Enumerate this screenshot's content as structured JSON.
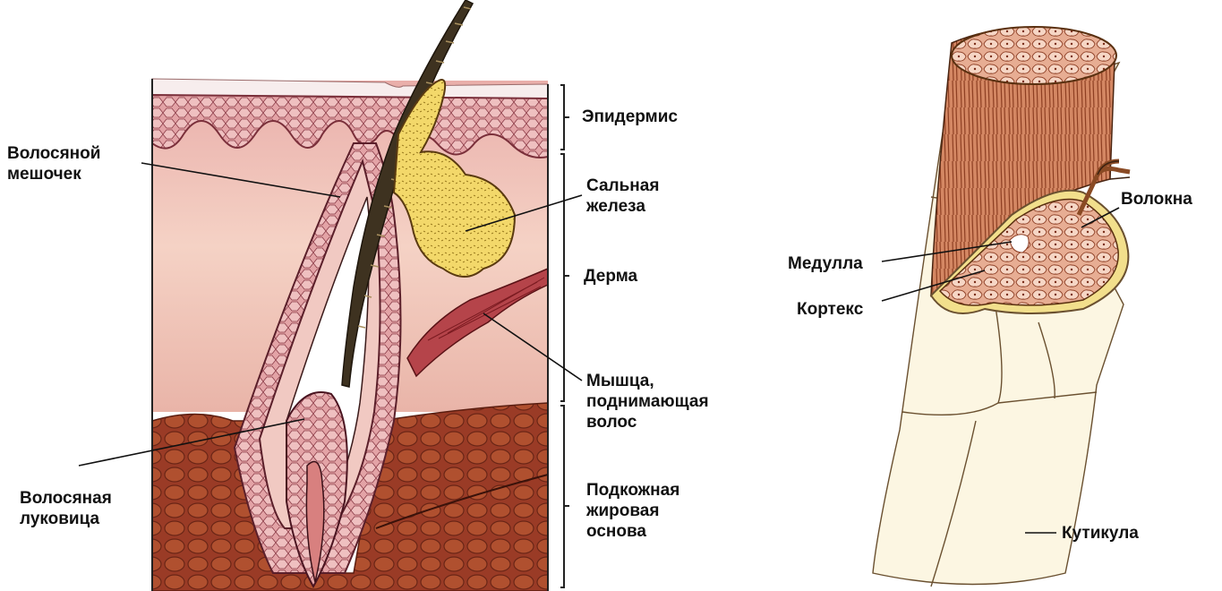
{
  "colors": {
    "skin_dark_pink": "#d98a8e",
    "dermis": "#efc2b6",
    "fat_brown": "#a1402a",
    "hair_dark": "#3e3220",
    "gland_yellow": "#f3d86a",
    "muscle_red": "#b5444a",
    "shaft_cream": "#fdf8e6",
    "cortex_pink": "#e8a98e",
    "line": "#111111"
  },
  "left_diagram": {
    "labels": {
      "epidermis": "Эпидермис",
      "follicle": [
        "Волосяной",
        "мешочек"
      ],
      "sebaceous_gland": [
        "Сальная",
        "железа"
      ],
      "dermis": "Дерма",
      "arrector_muscle": [
        "Мышца,",
        "поднимающая",
        "волос"
      ],
      "bulb": [
        "Волосяная",
        "луковица"
      ],
      "subcutaneous": [
        "Подкожная",
        "жировая",
        "основа"
      ]
    }
  },
  "right_diagram": {
    "labels": {
      "fibers": "Волокна",
      "medulla": "Медулла",
      "cortex": "Кортекс",
      "cuticle": "Кутикула"
    }
  }
}
